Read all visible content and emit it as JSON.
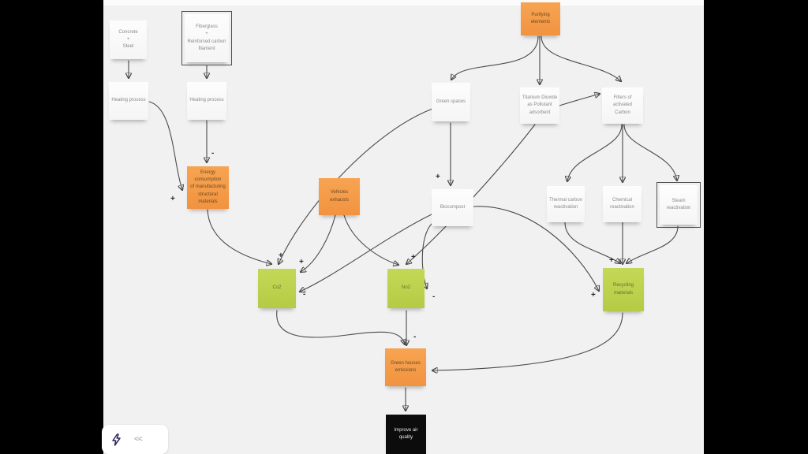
{
  "colors": {
    "canvas_bg": "#f1f1f2",
    "letterbox": "#000000",
    "note_white": "#fafafa",
    "note_orange": "#f49a45",
    "note_green": "#bccf4a",
    "note_black": "#0c0c0c",
    "edge_stroke": "#4a4a4a",
    "selection_border": "#4e4e4e",
    "logo_color": "#2e2760"
  },
  "notes": [
    {
      "id": "concrete-steel",
      "text": "Concrete\n+\nSteel",
      "color": "white",
      "selected": false
    },
    {
      "id": "fiberglass",
      "text": "Fiberglass\n+\nReinforced carbon\nfilament",
      "color": "white",
      "selected": true
    },
    {
      "id": "heating-process-left",
      "text": "Heating process",
      "color": "white",
      "selected": false
    },
    {
      "id": "heating-process-right",
      "text": "Heating process",
      "color": "white",
      "selected": false
    },
    {
      "id": "energy-consumption",
      "text": "Energy\nconsumption\nof manufacturing\nstructural\nmaterials",
      "color": "orange",
      "selected": false
    },
    {
      "id": "vehicles-exhausts",
      "text": "Vehicles exhausts",
      "color": "orange",
      "selected": false
    },
    {
      "id": "purifying-elements",
      "text": "Purifying\nelements",
      "color": "orange",
      "selected": false
    },
    {
      "id": "green-spaces",
      "text": "Green spaces",
      "color": "white",
      "selected": false
    },
    {
      "id": "titanium-dioxide",
      "text": "Titanium Dioxide\nas Pollutant\nadsorbent",
      "color": "white",
      "selected": false
    },
    {
      "id": "filters-activated-carbon",
      "text": "Filters of activated\nCarbon",
      "color": "white",
      "selected": false
    },
    {
      "id": "biocompost",
      "text": "Biocompost",
      "color": "white",
      "selected": false
    },
    {
      "id": "thermal-carbon-reactivation",
      "text": "Thermal carbon\nreactivation",
      "color": "white",
      "selected": false
    },
    {
      "id": "chemical-reactivation",
      "text": "Chemical\nreactivation",
      "color": "white",
      "selected": false
    },
    {
      "id": "steam-reactivation",
      "text": "Steam\nreactivation",
      "color": "white",
      "selected": true
    },
    {
      "id": "co2",
      "text": "Co2",
      "color": "green",
      "selected": false
    },
    {
      "id": "no2",
      "text": "No2",
      "color": "green",
      "selected": false
    },
    {
      "id": "recycling-materials",
      "text": "Recycling\nmaterials",
      "color": "green",
      "selected": false
    },
    {
      "id": "green-houses-emissions",
      "text": "Green houses\nemissions",
      "color": "orange",
      "selected": false
    },
    {
      "id": "improve-air-quality",
      "text": "Improve air\nquality",
      "color": "black",
      "selected": false
    }
  ],
  "signs": [
    "-",
    "+",
    "+",
    "+",
    "-",
    "+",
    "-",
    "+",
    "+",
    "+",
    "-"
  ],
  "edges": [
    {
      "from": "concrete-steel",
      "to": "heating-process-left",
      "sign": ""
    },
    {
      "from": "fiberglass",
      "to": "heating-process-right",
      "sign": ""
    },
    {
      "from": "heating-process-right",
      "to": "energy-consumption",
      "sign": "-"
    },
    {
      "from": "heating-process-left",
      "to": "energy-consumption",
      "sign": "+"
    },
    {
      "from": "energy-consumption",
      "to": "co2",
      "sign": "+"
    },
    {
      "from": "green-spaces",
      "to": "co2",
      "sign": "+"
    },
    {
      "from": "vehicles-exhausts",
      "to": "co2",
      "sign": "+"
    },
    {
      "from": "vehicles-exhausts",
      "to": "no2",
      "sign": "+"
    },
    {
      "from": "titanium-dioxide",
      "to": "no2",
      "sign": "+"
    },
    {
      "from": "biocompost",
      "to": "co2",
      "sign": "-"
    },
    {
      "from": "biocompost",
      "to": "no2",
      "sign": "-"
    },
    {
      "from": "purifying-elements",
      "to": "green-spaces",
      "sign": ""
    },
    {
      "from": "purifying-elements",
      "to": "titanium-dioxide",
      "sign": ""
    },
    {
      "from": "purifying-elements",
      "to": "filters-activated-carbon",
      "sign": ""
    },
    {
      "from": "green-spaces",
      "to": "biocompost",
      "sign": "+"
    },
    {
      "from": "titanium-dioxide",
      "to": "filters-activated-carbon",
      "sign": ""
    },
    {
      "from": "filters-activated-carbon",
      "to": "thermal-carbon-reactivation",
      "sign": ""
    },
    {
      "from": "filters-activated-carbon",
      "to": "chemical-reactivation",
      "sign": ""
    },
    {
      "from": "filters-activated-carbon",
      "to": "steam-reactivation",
      "sign": ""
    },
    {
      "from": "thermal-carbon-reactivation",
      "to": "recycling-materials",
      "sign": "+"
    },
    {
      "from": "chemical-reactivation",
      "to": "recycling-materials",
      "sign": ""
    },
    {
      "from": "steam-reactivation",
      "to": "recycling-materials",
      "sign": ""
    },
    {
      "from": "biocompost",
      "to": "recycling-materials",
      "sign": "+"
    },
    {
      "from": "co2",
      "to": "green-houses-emissions",
      "sign": "-"
    },
    {
      "from": "no2",
      "to": "green-houses-emissions",
      "sign": "-"
    },
    {
      "from": "recycling-materials",
      "to": "green-houses-emissions",
      "sign": ""
    },
    {
      "from": "green-houses-emissions",
      "to": "improve-air-quality",
      "sign": ""
    }
  ],
  "dock": {
    "logo_icon": "lightning-bolt-icon",
    "collapse_label": "<<"
  }
}
